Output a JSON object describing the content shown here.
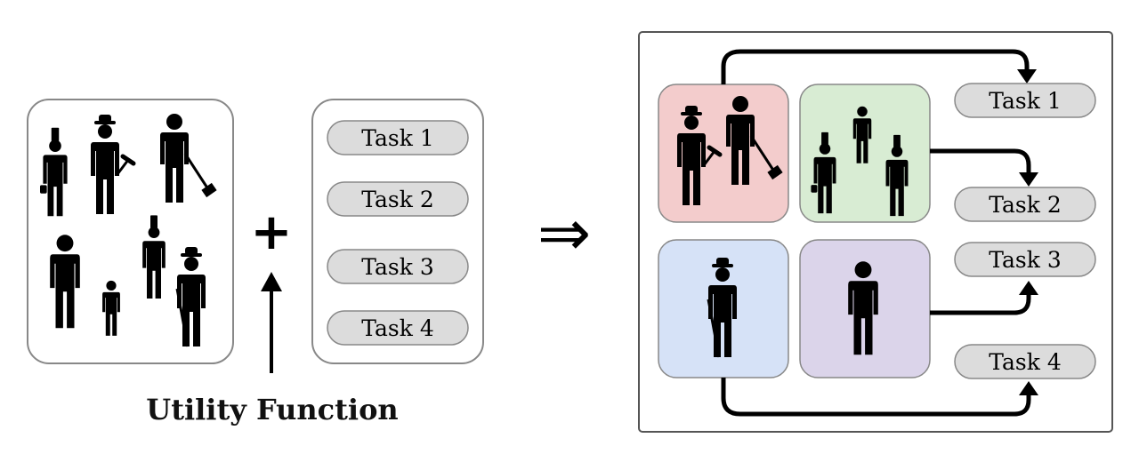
{
  "caption": "Utility Function",
  "plus_symbol": "+",
  "implies_symbol": "⇒",
  "task_list": {
    "tasks": [
      "Task 1",
      "Task 2",
      "Task 3",
      "Task 4"
    ]
  },
  "assignment": {
    "tasks": [
      "Task 1",
      "Task 2",
      "Task 3",
      "Task 4"
    ],
    "groups": [
      {
        "id": "red",
        "color": "#f3cccc",
        "members": [
          "hat-worker-with-hammer",
          "worker-with-shovel"
        ],
        "assigned_task": "Task 1"
      },
      {
        "id": "green",
        "color": "#d8ecd3",
        "members": [
          "child",
          "tall-hat-worker-with-bag",
          "tall-hat-worker"
        ],
        "assigned_task": "Task 2"
      },
      {
        "id": "blue",
        "color": "#d6e2f7",
        "members": [
          "hat-worker-with-cane"
        ],
        "assigned_task": "Task 4"
      },
      {
        "id": "purple",
        "color": "#dbd4ea",
        "members": [
          "person"
        ],
        "assigned_task": "Task 3"
      }
    ]
  },
  "colors": {
    "pill_fill": "#dcdcdc",
    "panel_border": "#888888",
    "silhouette": "#000000"
  }
}
